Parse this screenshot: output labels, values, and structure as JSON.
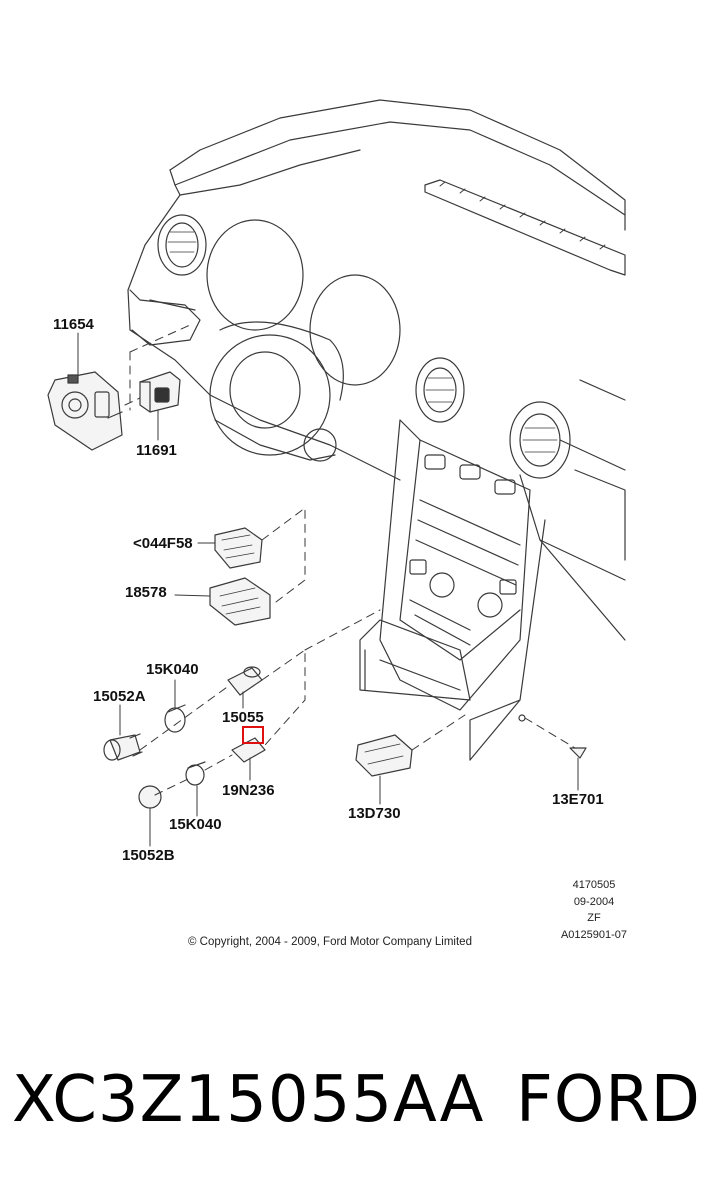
{
  "diagram": {
    "labels": {
      "l11654": "11654",
      "l11691": "11691",
      "l044F58": "<044F58",
      "l18578": "18578",
      "l15K040_top": "15K040",
      "l15052A": "15052A",
      "l15055": "15055",
      "l19N236": "19N236",
      "l15K040_bottom": "15K040",
      "l15052B": "15052B",
      "l13D730": "13D730",
      "l13E701": "13E701"
    },
    "meta": {
      "line1": "4170505",
      "line2": "09-2004",
      "line3": "ZF",
      "line4": "A0125901-07"
    },
    "copyright": "© Copyright, 2004 - 2009, Ford Motor Company Limited",
    "highlight_color": "#e01010",
    "line_color": "#3a3a3a"
  },
  "footer": {
    "part_number": "XC3Z15055AA",
    "brand": "FORD"
  }
}
